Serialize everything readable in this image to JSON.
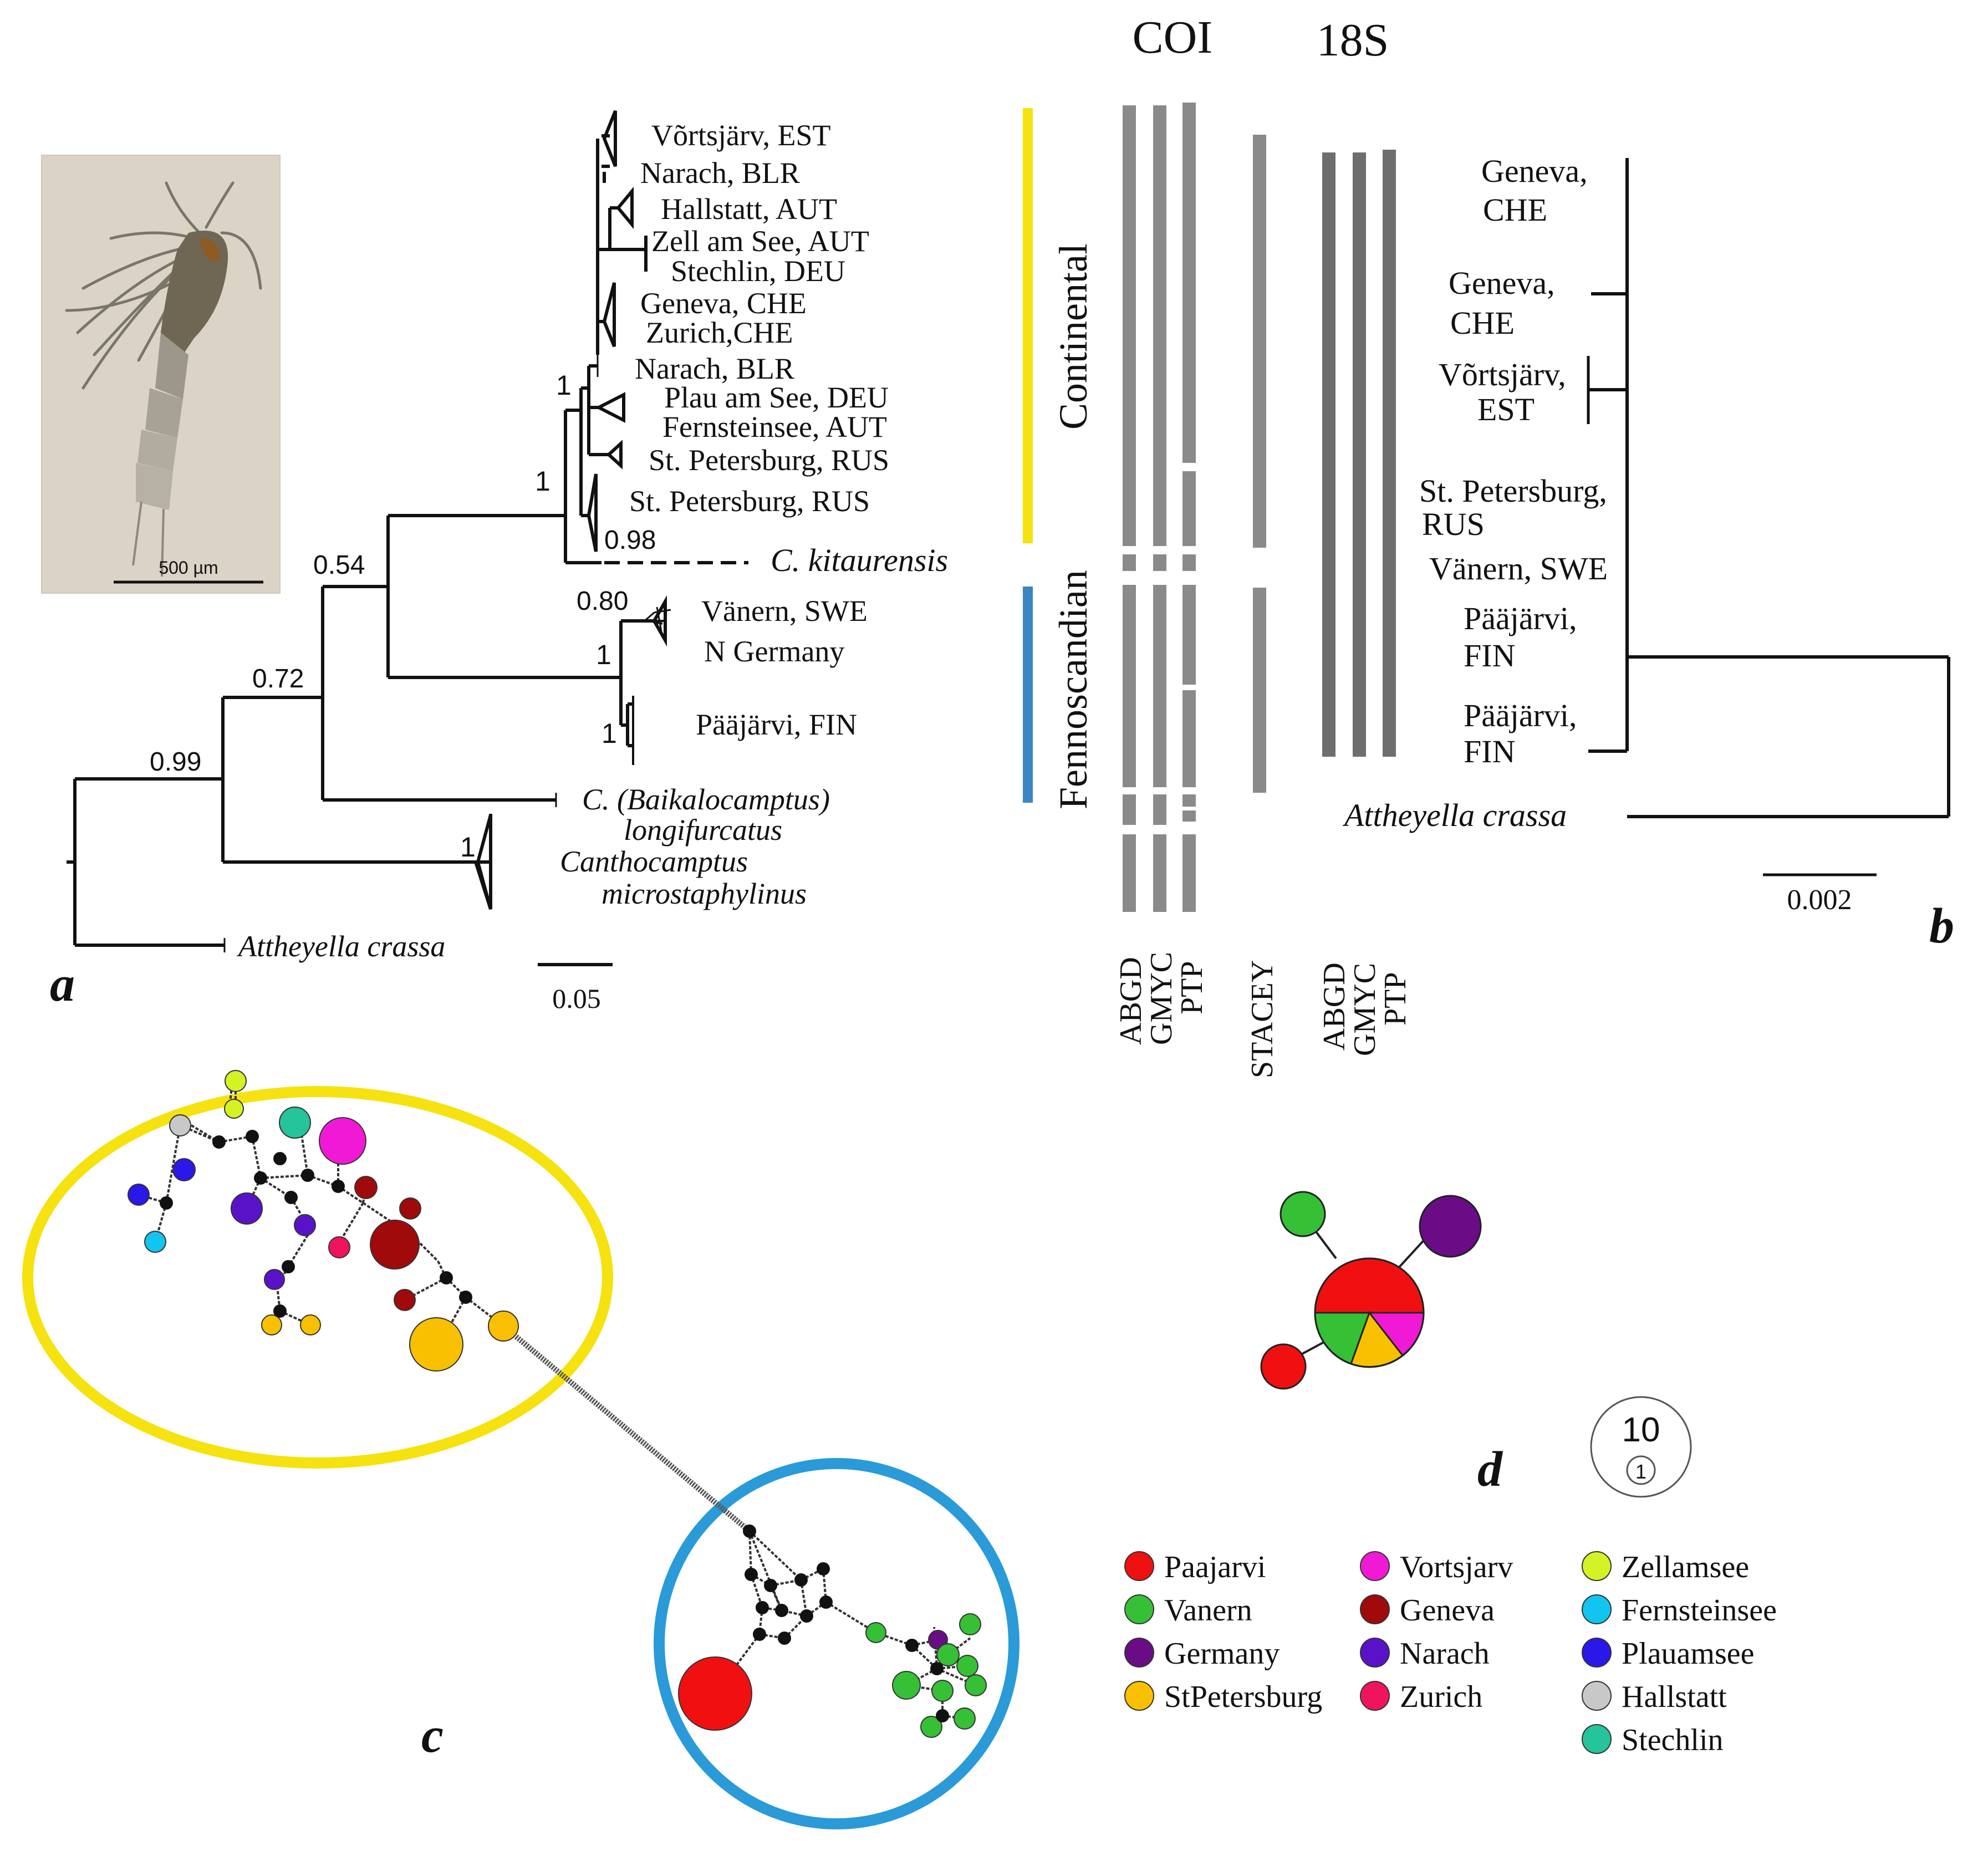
{
  "panel_letters": {
    "a": "a",
    "b": "b",
    "c": "c",
    "d": "d"
  },
  "photo": {
    "scale_label": "500 µm"
  },
  "tree_a": {
    "tips": [
      "Võrtsjärv, EST",
      "Narach, BLR",
      "Hallstatt, AUT",
      "Zell am See, AUT",
      "Stechlin, DEU",
      "Geneva, CHE",
      "Zurich,CHE",
      "Narach, BLR",
      "Plau am See, DEU",
      "Fernsteinsee, AUT",
      "St. Petersburg, RUS",
      "St. Petersburg, RUS",
      "Vänern, SWE",
      "N Germany",
      "Pääjärvi, FIN"
    ],
    "italic_tips": {
      "kitaurensis": "C. kitaurensis",
      "baikal_1": "C. (Baikalocamptus)",
      "baikal_2": "longifurcatus",
      "canth_1": "Canthocamptus",
      "canth_2": "microstaphylinus",
      "attheyella": "Attheyella crassa"
    },
    "supports": {
      "s099": "0.99",
      "s072": "0.72",
      "s054": "0.54",
      "s1a": "1",
      "s1b": "1",
      "s098": "0.98",
      "s080": "0.80",
      "s1c": "1",
      "s1d": "1",
      "s1e": "1"
    },
    "scale_label": "0.05"
  },
  "clades": {
    "continental": "Continental",
    "fennoscandian": "Fennoscandian"
  },
  "colors": {
    "continental": "#f5e20f",
    "fennoscandian": "#3a86c0",
    "bar_light": "#8a8a8a",
    "bar_dark": "#6e6e6e"
  },
  "delimitation": {
    "coi_title": "COI",
    "s18_title": "18S",
    "methods": [
      "ABGD",
      "GMYC",
      "PTP",
      "STACEY",
      "ABGD",
      "GMYC",
      "PTP"
    ]
  },
  "tree_b": {
    "tips": [
      [
        "Geneva,",
        "CHE"
      ],
      [
        "Geneva,",
        "CHE"
      ],
      [
        "Võrtsjärv,",
        "EST"
      ],
      [
        "St. Petersburg,",
        "RUS"
      ],
      [
        "Vänern, SWE"
      ],
      [
        "Pääjärvi,",
        "FIN"
      ],
      [
        "Pääjärvi,",
        "FIN"
      ]
    ],
    "outgroup": "Attheyella crassa",
    "scale_label": "0.002"
  },
  "network_d": {
    "legend_large": "10",
    "legend_small": "1"
  },
  "legend": {
    "items": [
      {
        "label": "Paajarvi",
        "color": "#f01010"
      },
      {
        "label": "Vanern",
        "color": "#35c035"
      },
      {
        "label": "Germany",
        "color": "#6a0c86"
      },
      {
        "label": "StPetersburg",
        "color": "#f8c000"
      },
      {
        "label": "Vortsjarv",
        "color": "#f01ad6"
      },
      {
        "label": "Geneva",
        "color": "#a00a0a"
      },
      {
        "label": "Narach",
        "color": "#5a12c8"
      },
      {
        "label": "Zurich",
        "color": "#f0145e"
      },
      {
        "label": "Zellamsee",
        "color": "#d5f225"
      },
      {
        "label": "Fernsteinsee",
        "color": "#12c4f0"
      },
      {
        "label": "Plauamsee",
        "color": "#2a18e8"
      },
      {
        "label": "Hallstatt",
        "color": "#c8c8c8"
      },
      {
        "label": "Stechlin",
        "color": "#25c49a"
      }
    ]
  }
}
